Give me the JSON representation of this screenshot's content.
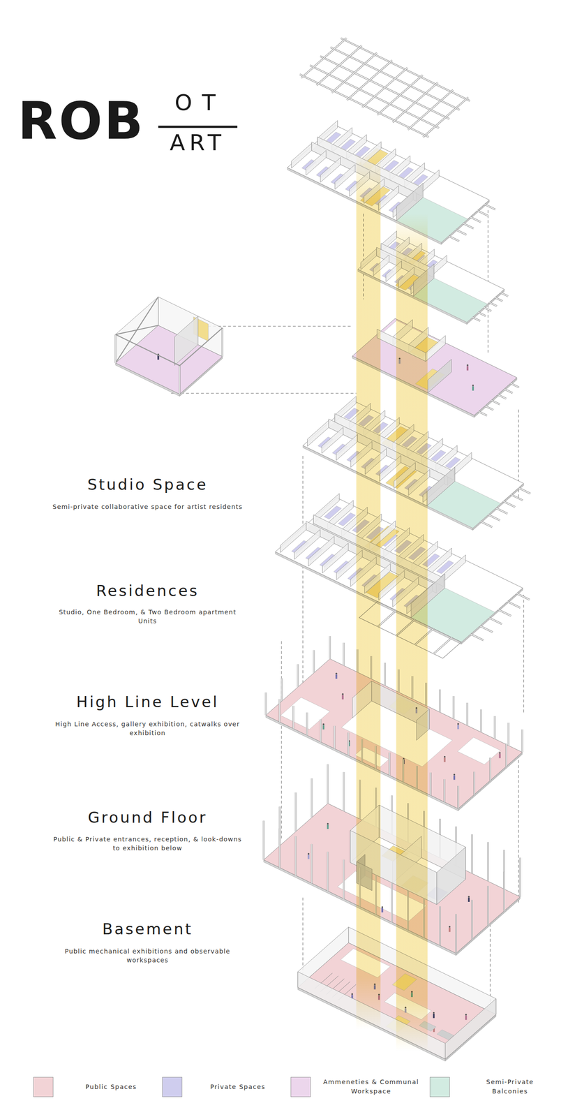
{
  "diagram": {
    "title": "ROB",
    "labels": [
      "OT",
      "ART",
      "Studio Space",
      "Semi-private collaborative space for artist residents",
      "Residences",
      "Studio, One Bedroom, & Two Bedroom apartment Units",
      "High Line Level",
      "High Line Access, gallery exhibition, catwalks over exhibition",
      "Ground Floor",
      "Public & Private entrances, reception, & look-downs to exhibition below",
      "Basement",
      "Public mechanical exhibitions and observable workspaces"
    ],
    "legend": [
      {
        "text": "Public Spaces",
        "color": "#f2d3d6"
      },
      {
        "text": "Private Spaces",
        "color": "#cfcdee"
      },
      {
        "text": "Ammeneties & Communal Workspace",
        "color": "#ecd6ec"
      },
      {
        "text": "Semi-Private Balconies",
        "color": "#d2ebe1"
      }
    ]
  }
}
